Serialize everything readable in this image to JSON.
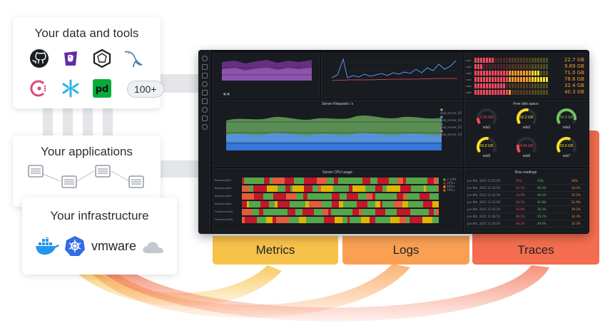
{
  "cards": {
    "data_tools": {
      "title": "Your data and tools",
      "more_badge": "100+"
    },
    "applications": {
      "title": "Your applications"
    },
    "infrastructure": {
      "title": "Your infrastructure",
      "vmware": "vmware"
    }
  },
  "tools": [
    "github-icon",
    "datadog-icon",
    "graphite-icon",
    "mysql-icon",
    "consul-icon",
    "snowflake-icon",
    "pagerduty-icon"
  ],
  "infra_icons": [
    "docker-icon",
    "kubernetes-icon",
    "vmware-logo",
    "cloud-icon"
  ],
  "tabs": {
    "metrics": "Metrics",
    "logs": "Logs",
    "traces": "Traces"
  },
  "colors": {
    "metrics": "#f7c24a",
    "logs": "#f9a053",
    "traces": "#f46d4e"
  },
  "dashboard": {
    "panel_network": "Server Requests / s",
    "panel_cpu": "Server CPU usage",
    "panel_disk": "Free disk space",
    "panel_rows": "Row readings",
    "legend_network": [
      "web_server_01",
      "web_server_02",
      "web_server_03",
      "web_server_04"
    ],
    "bar_values": [
      "22.7 GB",
      "9.89 GB",
      "71.0 GB",
      "78.6 GB",
      "32.4 GB",
      "40.3 GB"
    ],
    "bar_labels": [
      "sda1",
      "sda2",
      "sda3",
      "sda4",
      "sda5",
      "sda6"
    ],
    "gauges": [
      {
        "value": "2.35 GB",
        "label": "sda1"
      },
      {
        "value": "52.2 GB",
        "label": "sda2"
      },
      {
        "value": "92.0 GB",
        "label": "sda3"
      },
      {
        "value": "50.9 GB",
        "label": "sda5"
      },
      {
        "value": "4.84 GB",
        "label": "sda6"
      },
      {
        "value": "53.9 GB",
        "label": "sda7"
      }
    ],
    "cpu_rows": [
      "Backend-api01",
      "Backend-api02",
      "Backend-api03",
      "Backend-api04",
      "Frontend-web01",
      "Frontend-web02"
    ],
    "cpu_legend": [
      "< 10%",
      "10%+",
      "50%+",
      "70%+"
    ],
    "table_rows": [
      {
        "time": "Jun 8th, 2021 11:25:50",
        "a": "55%",
        "b": "33%",
        "c": "30%"
      },
      {
        "time": "Jun 8th, 2021 11:32:50",
        "a": "45.2%",
        "b": "49.3%",
        "c": "34.2%"
      },
      {
        "time": "Jun 8th, 2021 11:24:50",
        "a": "33.9%",
        "b": "49.3%",
        "c": "35.1%"
      },
      {
        "time": "Jun 8th, 2021 11:22:50",
        "a": "58.2%",
        "b": "42.8%",
        "c": "31.9%"
      },
      {
        "time": "Jun 8th, 2021 11:25:50",
        "a": "56.6%",
        "b": "38.3%",
        "c": "39.2%"
      },
      {
        "time": "Jun 8th, 2021 11:26:50",
        "a": "48.2%",
        "b": "39.2%",
        "c": "32.3%"
      },
      {
        "time": "Jun 8th, 2021 11:26:50",
        "a": "49.2%",
        "b": "49.6%",
        "c": "32.2%"
      }
    ]
  }
}
